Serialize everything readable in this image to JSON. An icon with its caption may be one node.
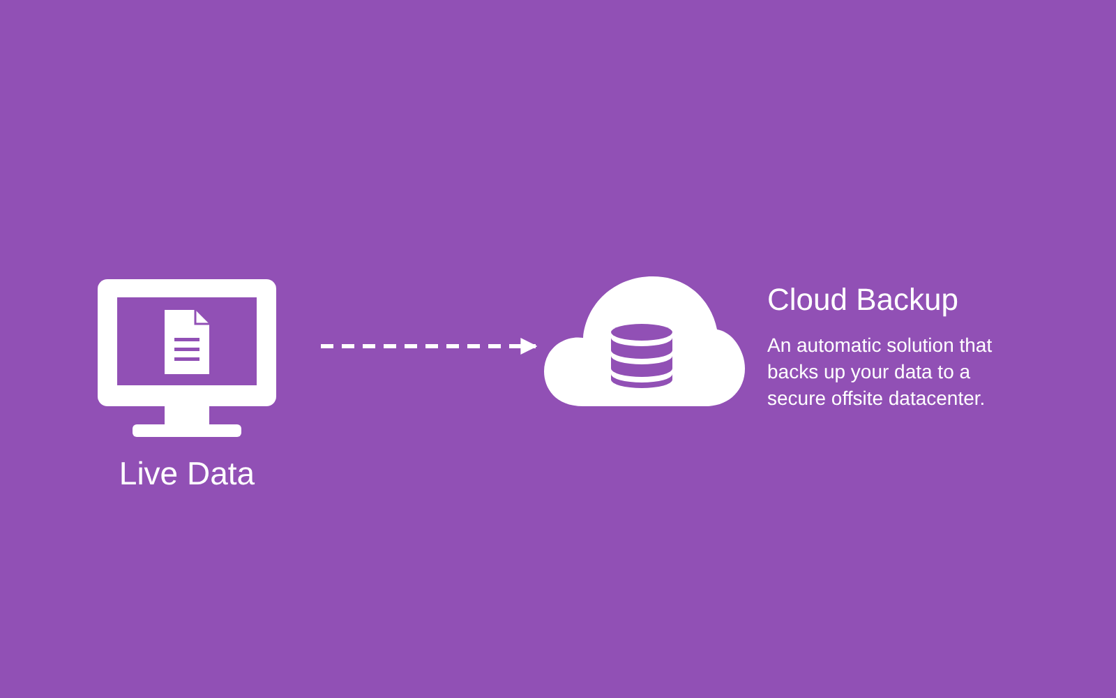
{
  "diagram": {
    "nodes": [
      {
        "text": [
          "Live Data"
        ]
      },
      {
        "text": [
          "Cloud Backup",
          "An automatic solution that backs up your data to a secure offsite datacenter."
        ]
      }
    ],
    "edges": [
      {
        "from": 0,
        "to": 1,
        "arrow": "to",
        "style": "dashed"
      }
    ]
  }
}
